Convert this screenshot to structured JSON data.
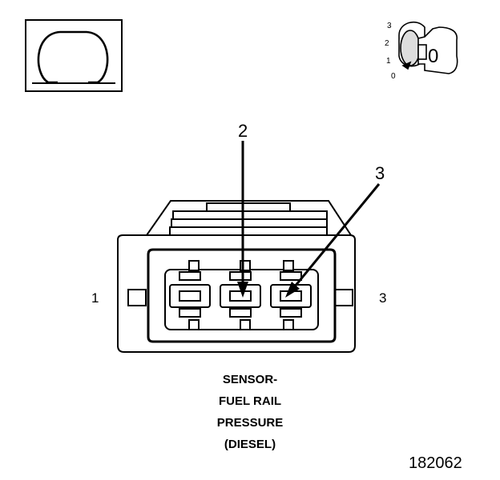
{
  "symbol": {
    "name": "ohm-icon",
    "glyph": "Ω"
  },
  "ignition_key": {
    "scale_labels": [
      "3",
      "2",
      "1",
      "0"
    ],
    "position_label": "0"
  },
  "connector": {
    "left_pin_label": "1",
    "right_pin_label": "3",
    "callouts": [
      {
        "label": "2"
      },
      {
        "label": "3"
      }
    ]
  },
  "caption": {
    "lines": [
      "SENSOR-",
      "FUEL RAIL",
      "PRESSURE",
      "(DIESEL)"
    ]
  },
  "figure_id": "182062",
  "colors": {
    "ink": "#000000",
    "paper": "#ffffff"
  }
}
